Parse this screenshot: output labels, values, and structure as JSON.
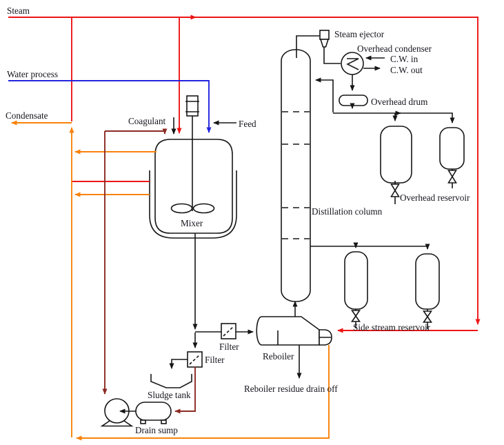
{
  "diagram_title": "Coagulation / filtration and distillation process flow diagram",
  "colors": {
    "steam": "#ed1515",
    "condensate": "#f8820b",
    "water": "#2323dd",
    "coagulant": "#8b2a23",
    "line": "#161616"
  },
  "labels": {
    "steam": "Steam",
    "water_process": "Water process",
    "condensate": "Condensate",
    "coagulant": "Coagulant",
    "feed": "Feed",
    "mixer": "Mixer",
    "steam_ejector": "Steam ejector",
    "overhead_condenser": "Overhead condenser",
    "cw_in": "C.W. in",
    "cw_out": "C.W. out",
    "overhead_drum": "Overhead drum",
    "overhead_reservoir": "Overhead reservoir",
    "distillation_column": "Distillation column",
    "side_stream_reservoir": "Side stream reservoir",
    "filter_inline": "Filter",
    "filter_sludge": "Filter",
    "reboiler": "Reboiler",
    "reboiler_residue": "Reboiler residue drain off",
    "sludge_tank": "Sludge tank",
    "drain_sump": "Drain sump"
  }
}
